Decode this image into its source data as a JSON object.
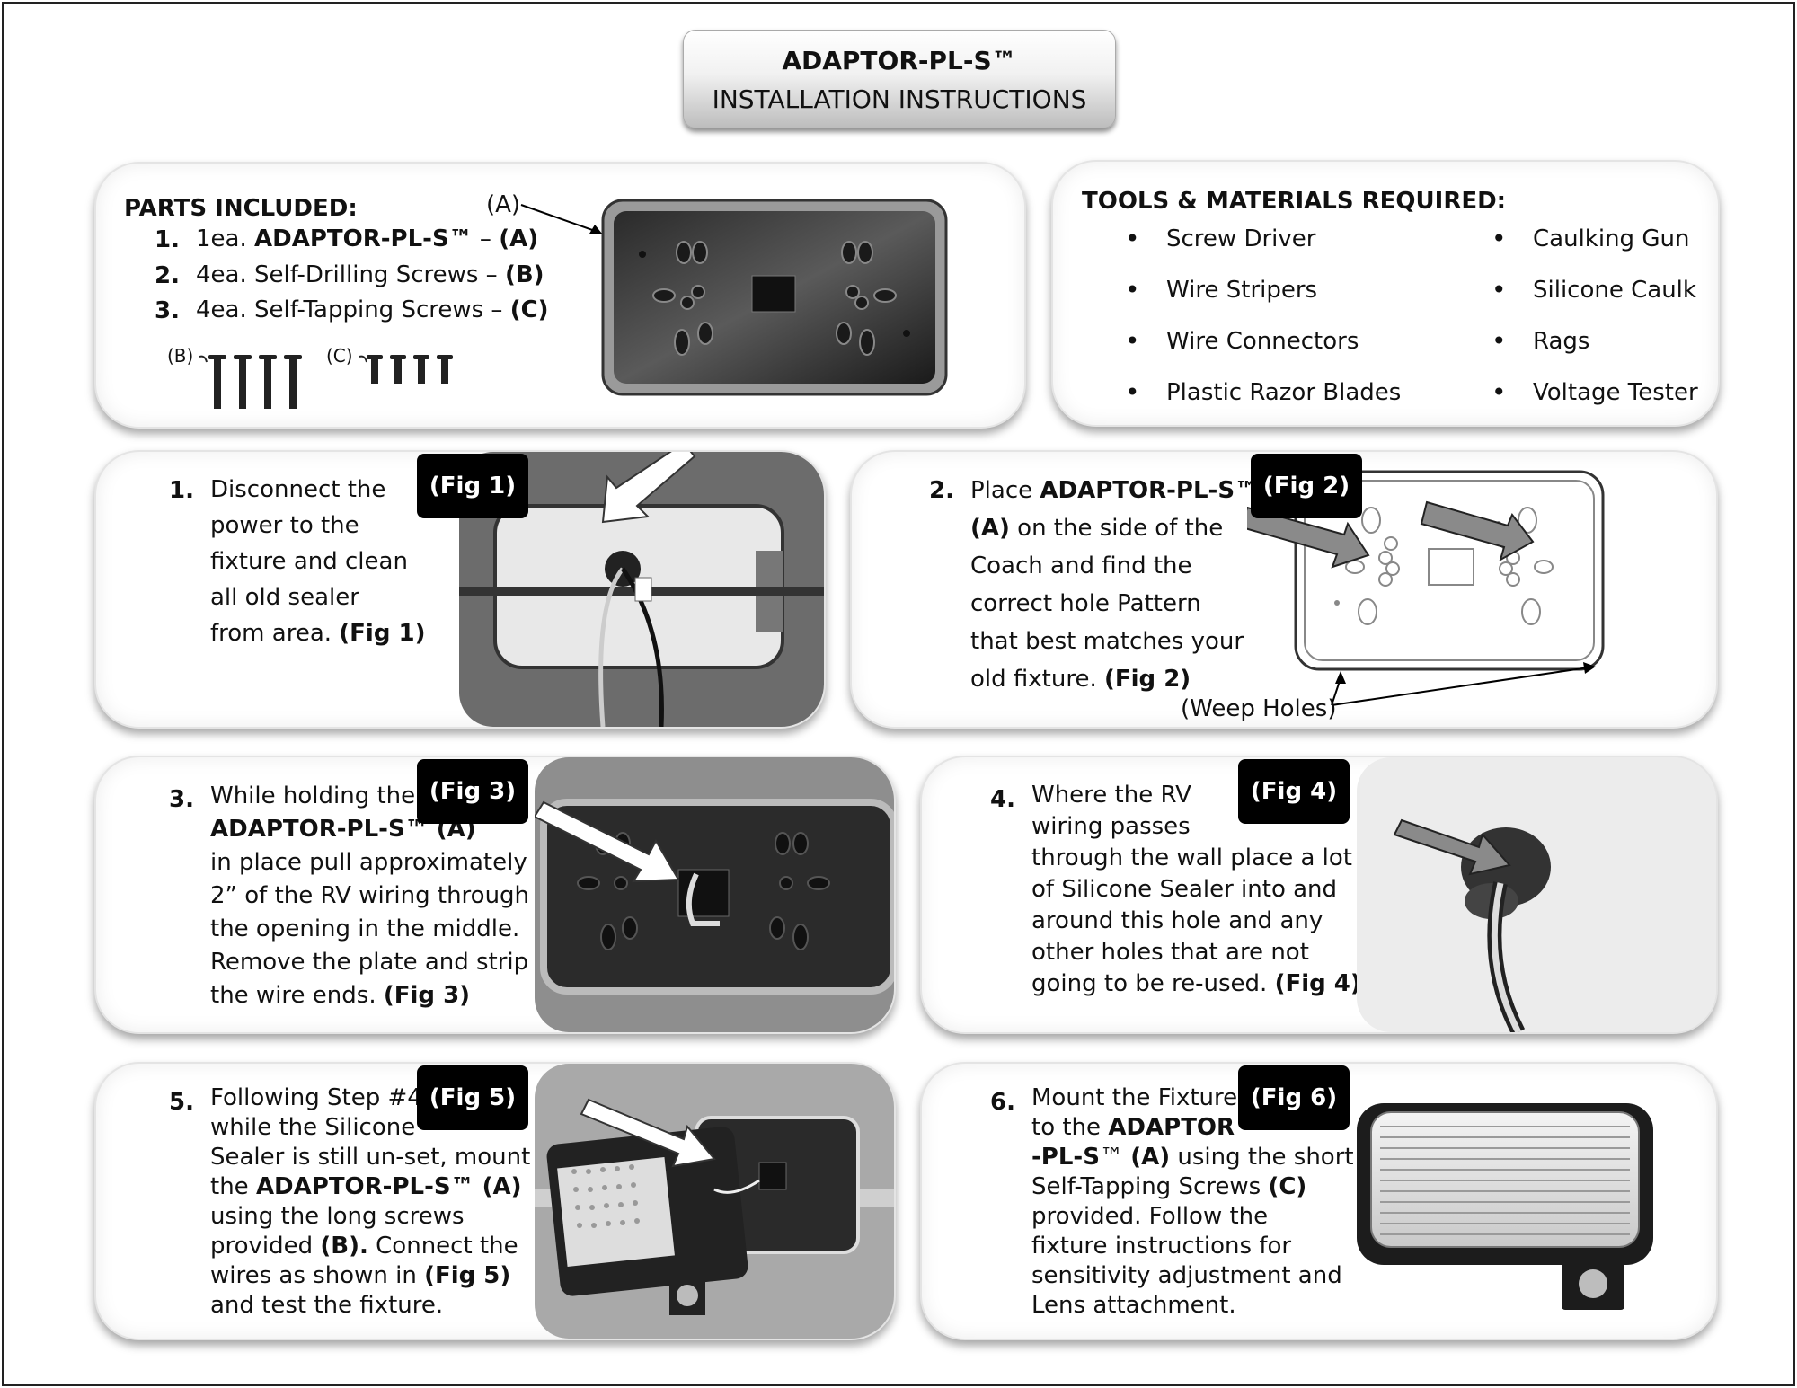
{
  "title": {
    "line1": "ADAPTOR-PL-S™",
    "line2": "INSTALLATION INSTRUCTIONS"
  },
  "parts": {
    "heading": "PARTS INCLUDED:",
    "callout_a": "(A)",
    "items": [
      {
        "num": "1.",
        "pre": "1ea. ",
        "bold": "ADAPTOR-PL-S™",
        "mid": " – ",
        "tag": "(A)"
      },
      {
        "num": "2.",
        "pre": "4ea. Self-Drilling Screws – ",
        "bold": "",
        "mid": "",
        "tag": "(B)"
      },
      {
        "num": "3.",
        "pre": "4ea. Self-Tapping Screws – ",
        "bold": "",
        "mid": "",
        "tag": "(C)"
      }
    ],
    "label_b": "(B)",
    "label_c": "(C)"
  },
  "tools": {
    "heading": "TOOLS & MATERIALS REQUIRED:",
    "col1": [
      "Screw Driver",
      "Wire Stripers",
      "Wire Connectors",
      "Plastic Razor Blades"
    ],
    "col2": [
      "Caulking Gun",
      "Silicone Caulk",
      "Rags",
      "Voltage Tester"
    ]
  },
  "steps": {
    "s1": {
      "num": "1.",
      "fig": "(Fig 1)",
      "l1": "Disconnect the",
      "l2": "power to the",
      "l3": "fixture and clean",
      "l4": "all old sealer",
      "l5a": "from area. ",
      "l5b": "(Fig 1)"
    },
    "s2": {
      "num": "2.",
      "fig": "(Fig 2)",
      "l1a": "Place ",
      "l1b": "ADAPTOR-PL-S™",
      "l2b": "(A)",
      "l2a": " on the side of the",
      "l3": "Coach and find the",
      "l4": "correct hole Pattern",
      "l5": "that best matches your",
      "l6a": "old fixture.  ",
      "l6b": "(Fig 2)",
      "weep": "(Weep Holes)"
    },
    "s3": {
      "num": "3.",
      "fig": "(Fig 3)",
      "l1": "While holding the",
      "l2": "ADAPTOR-PL-S™ (A)",
      "l3": "in place pull approximately",
      "l4": "2” of the RV wiring through",
      "l5": "the opening in the middle.",
      "l6": "Remove the plate and strip",
      "l7a": "the wire ends. ",
      "l7b": "(Fig 3)"
    },
    "s4": {
      "num": "4.",
      "fig": "(Fig 4)",
      "l1": "Where the RV",
      "l2": "wiring passes",
      "l3": "through the wall place a lot",
      "l4": "of Silicone Sealer into and",
      "l5": "around this hole and any",
      "l6": "other holes that are not",
      "l7a": "going to be re-used. ",
      "l7b": "(Fig 4)"
    },
    "s5": {
      "num": "5.",
      "fig": "(Fig 5)",
      "l1": "Following Step #4",
      "l2": "while the Silicone",
      "l3": "Sealer is still un-set, mount",
      "l4a": "the ",
      "l4b": "ADAPTOR-PL-S™ (A)",
      "l5": "using the long screws",
      "l6a": "provided ",
      "l6b": "(B).",
      "l6c": " Connect the",
      "l7a": "wires as shown in ",
      "l7b": "(Fig 5)",
      "l8": "and test the fixture."
    },
    "s6": {
      "num": "6.",
      "fig": "(Fig 6)",
      "l1": "Mount the Fixture",
      "l2a": "to the ",
      "l2b": "ADAPTOR",
      "l3a": "-PL-S",
      "l3b": "™ ",
      "l3c": "(A)",
      "l3d": " using the short",
      "l4a": "Self-Tapping Screws ",
      "l4b": "(C)",
      "l5": "provided.  Follow the",
      "l6": "fixture instructions for",
      "l7": "sensitivity adjustment and",
      "l8": "Lens attachment."
    }
  }
}
